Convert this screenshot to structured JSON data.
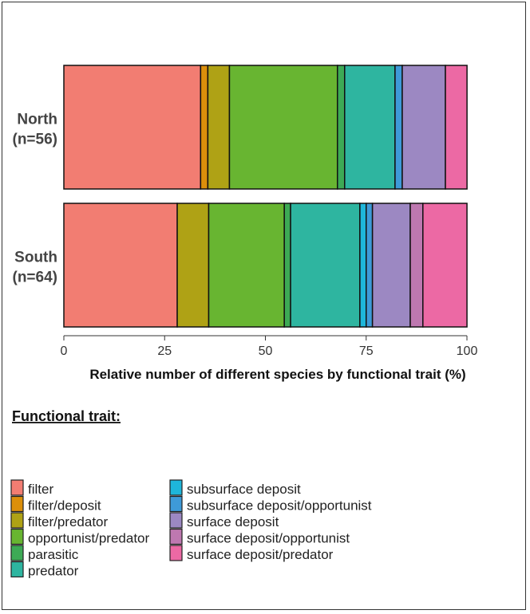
{
  "chart_data": {
    "type": "bar",
    "orientation": "horizontal",
    "stacked": true,
    "xlabel": "Relative number of different species by functional trait (%)",
    "ylabel": "",
    "xlim": [
      0,
      100
    ],
    "xticks": [
      "0",
      "25",
      "50",
      "75",
      "100"
    ],
    "categories": [
      "North\n(n=56)",
      "South\n(n=64)"
    ],
    "category_lines": [
      [
        "North",
        "(n=56)"
      ],
      [
        "South",
        "(n=64)"
      ]
    ],
    "legend_title": "Functional trait:",
    "legend_position": "bottom",
    "series": [
      {
        "name": "filter",
        "color": "#F27D72",
        "values": [
          33.93,
          28.13
        ]
      },
      {
        "name": "filter/deposit",
        "color": "#DC8F0B",
        "values": [
          1.79,
          0
        ]
      },
      {
        "name": "filter/predator",
        "color": "#AFA215",
        "values": [
          5.36,
          7.81
        ]
      },
      {
        "name": "opportunist/predator",
        "color": "#68B531",
        "values": [
          26.79,
          18.75
        ]
      },
      {
        "name": "parasitic",
        "color": "#3DAA55",
        "values": [
          1.79,
          1.56
        ]
      },
      {
        "name": "predator",
        "color": "#2EB5A0",
        "values": [
          12.5,
          17.19
        ]
      },
      {
        "name": "subsurface deposit",
        "color": "#1EB6DA",
        "values": [
          0,
          1.56
        ]
      },
      {
        "name": "subsurface deposit/opportunist",
        "color": "#3E9AD8",
        "values": [
          1.79,
          1.56
        ]
      },
      {
        "name": "surface deposit",
        "color": "#9C88C2",
        "values": [
          10.71,
          9.38
        ]
      },
      {
        "name": "surface deposit/opportunist",
        "color": "#BE78B0",
        "values": [
          0,
          3.13
        ]
      },
      {
        "name": "surface deposit/predator",
        "color": "#EC69A4",
        "values": [
          5.36,
          10.94
        ]
      }
    ]
  }
}
